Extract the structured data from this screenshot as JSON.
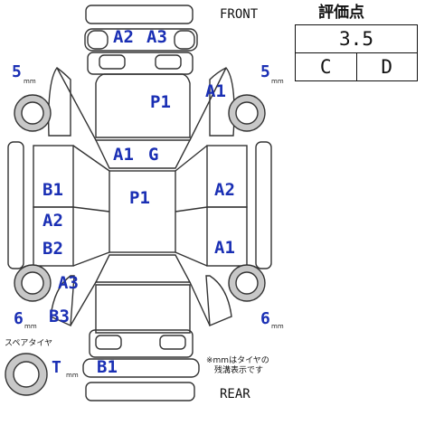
{
  "header": {
    "front_label": "FRONT",
    "rear_label": "REAR",
    "rating_title": "評価点"
  },
  "rating": {
    "overall": "3.5",
    "interior": "C",
    "exterior": "D"
  },
  "tires": {
    "front_left": {
      "value": "5",
      "unit": "mm"
    },
    "front_right": {
      "value": "5",
      "unit": "mm"
    },
    "rear_left": {
      "value": "6",
      "unit": "mm"
    },
    "rear_right": {
      "value": "6",
      "unit": "mm"
    },
    "spare": {
      "caption": "スペアタイヤ",
      "value": "T",
      "unit": "mm"
    }
  },
  "note": {
    "line1": "※mmはタイヤの",
    "line2": "残溝表示です"
  },
  "damage": {
    "front_bumper_left": "A2",
    "front_bumper_right": "A3",
    "hood": "P1",
    "front_right_fender": "A1",
    "windshield_1": "A1",
    "windshield_2": "G",
    "left_front_door": "B1",
    "left_front_door_2": "A2",
    "left_rear_door": "B2",
    "roof": "P1",
    "right_front_door": "A2",
    "right_rear_door": "A1",
    "left_quarter_1": "A3",
    "left_quarter_2": "B3",
    "rear_bumper": "B1"
  },
  "colors": {
    "damage_text": "#1a2fb4",
    "outline": "#333333"
  }
}
